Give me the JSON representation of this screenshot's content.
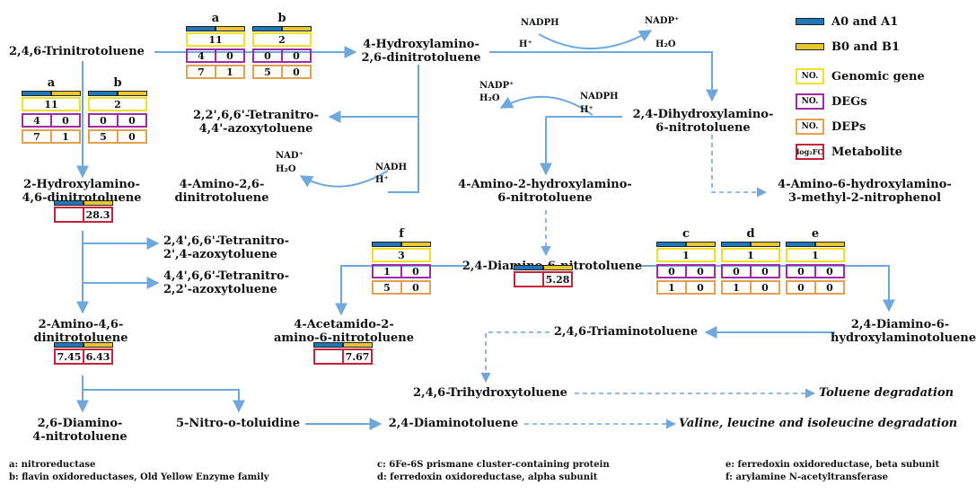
{
  "nodes": {
    "tnt": "2,4,6-Trinitrotoluene",
    "hadnt4": "4-Hydroxylamino-\n2,6-dinitrotoluene",
    "hadnt2": "2-Hydroxylamino-\n4,6-dinitrotoluene",
    "azoxy1": "2,2',6,6'-Tetranitro-\n4,4'-azoxytoluene",
    "adnt4": "4-Amino-2,6-\ndinitrotoluene",
    "dhant": "2,4-Dihydroxylamino-\n6-nitrotoluene",
    "ahant": "4-Amino-2-hydroxylamino-\n6-nitrotoluene",
    "ahmnp": "4-Amino-6-hydroxylamino-\n3-methyl-2-nitrophenol",
    "azoxy2": "2,4',6,6'-Tetranitro-\n2',4-azoxytoluene",
    "azoxy3": "4,4',6,6'-Tetranitro-\n2,2'-azoxytoluene",
    "adnt2": "2-Amino-4,6-\ndinitrotoluene",
    "aant": "4-Acetamido-2-\namino-6-nitrotoluene",
    "dant": "2,4-Diamino-6-nitrotoluene",
    "dhat": "2,4-Diamino-6-\nhydroxylaminotoluene",
    "tat": "2,4,6-Triaminotoluene",
    "tht": "2,4,6-Trihydroxytoluene",
    "dant26": "2,6-Diamino-\n4-nitrotoluene",
    "nt5": "5-Nitro-o-toluidine",
    "dat": "2,4-Diaminotoluene",
    "tol_deg": "Toluene degradation",
    "vli_deg": "Valine, leucine and isoleucine degradation"
  },
  "cofactors": {
    "nadph_top": "NADPH",
    "nadp_top": "NADP⁺",
    "h_top": "H⁺",
    "h2o_top": "H₂O",
    "nadp_mid": "NADP⁺",
    "h2o_mid": "H₂O",
    "nadph_mid": "NADPH",
    "h_mid": "H⁺",
    "nad_low": "NAD⁺",
    "h2o_low": "H₂O",
    "nadh_low": "NADH",
    "h_low": "H⁺"
  },
  "gene_boxes": [
    {
      "id": "top",
      "genes": [
        {
          "label": "a",
          "genomic": "11",
          "degs": [
            "4",
            "0"
          ],
          "deps": [
            "7",
            "1"
          ]
        },
        {
          "label": "b",
          "genomic": "2",
          "degs": [
            "0",
            "0"
          ],
          "deps": [
            "5",
            "0"
          ]
        }
      ]
    },
    {
      "id": "left",
      "genes": [
        {
          "label": "a",
          "genomic": "11",
          "degs": [
            "4",
            "0"
          ],
          "deps": [
            "7",
            "1"
          ]
        },
        {
          "label": "b",
          "genomic": "2",
          "degs": [
            "0",
            "0"
          ],
          "deps": [
            "5",
            "0"
          ]
        }
      ]
    },
    {
      "id": "f",
      "genes": [
        {
          "label": "f",
          "genomic": "3",
          "degs": [
            "1",
            "0"
          ],
          "deps": [
            "5",
            "0"
          ]
        }
      ]
    },
    {
      "id": "cde",
      "genes": [
        {
          "label": "c",
          "genomic": "1",
          "degs": [
            "0",
            "0"
          ],
          "deps": [
            "1",
            "0"
          ]
        },
        {
          "label": "d",
          "genomic": "1",
          "degs": [
            "0",
            "0"
          ],
          "deps": [
            "1",
            "0"
          ]
        },
        {
          "label": "e",
          "genomic": "1",
          "degs": [
            "0",
            "0"
          ],
          "deps": [
            "0",
            "0"
          ]
        }
      ]
    }
  ],
  "metabolites": {
    "hadnt2": [
      "",
      "28.3"
    ],
    "dant": [
      "",
      "5.28"
    ],
    "adnt2": [
      "7.45",
      "6.43"
    ],
    "aant": [
      "",
      "7.67"
    ]
  },
  "legend": {
    "a0a1": "A0 and A1",
    "b0b1": "B0 and B1",
    "genomic": "Genomic gene",
    "degs": "DEGs",
    "deps": "DEPs",
    "metabolite": "Metabolite",
    "no_tag": "NO.",
    "fc_tag": "log₂FC"
  },
  "footnotes": {
    "a": "a: nitroreductase",
    "b": "b: flavin oxidoreductases, Old Yellow Enzyme family",
    "c": "c: 6Fe-6S prismane cluster-containing protein",
    "d": "d: ferredoxin oxidoreductase, alpha subunit",
    "e": "e: ferredoxin oxidoreductase, beta subunit",
    "f": "f: arylamine N-acetyltransferase"
  },
  "colors": {
    "arrow": "#6fa8dc",
    "a0a1": "#1f76b8",
    "b0b1": "#e6c72e",
    "genomic_border": "#f2e026",
    "degs_border": "#a02aa8",
    "deps_border": "#e8a04c",
    "metabolite_border": "#c8223a"
  }
}
